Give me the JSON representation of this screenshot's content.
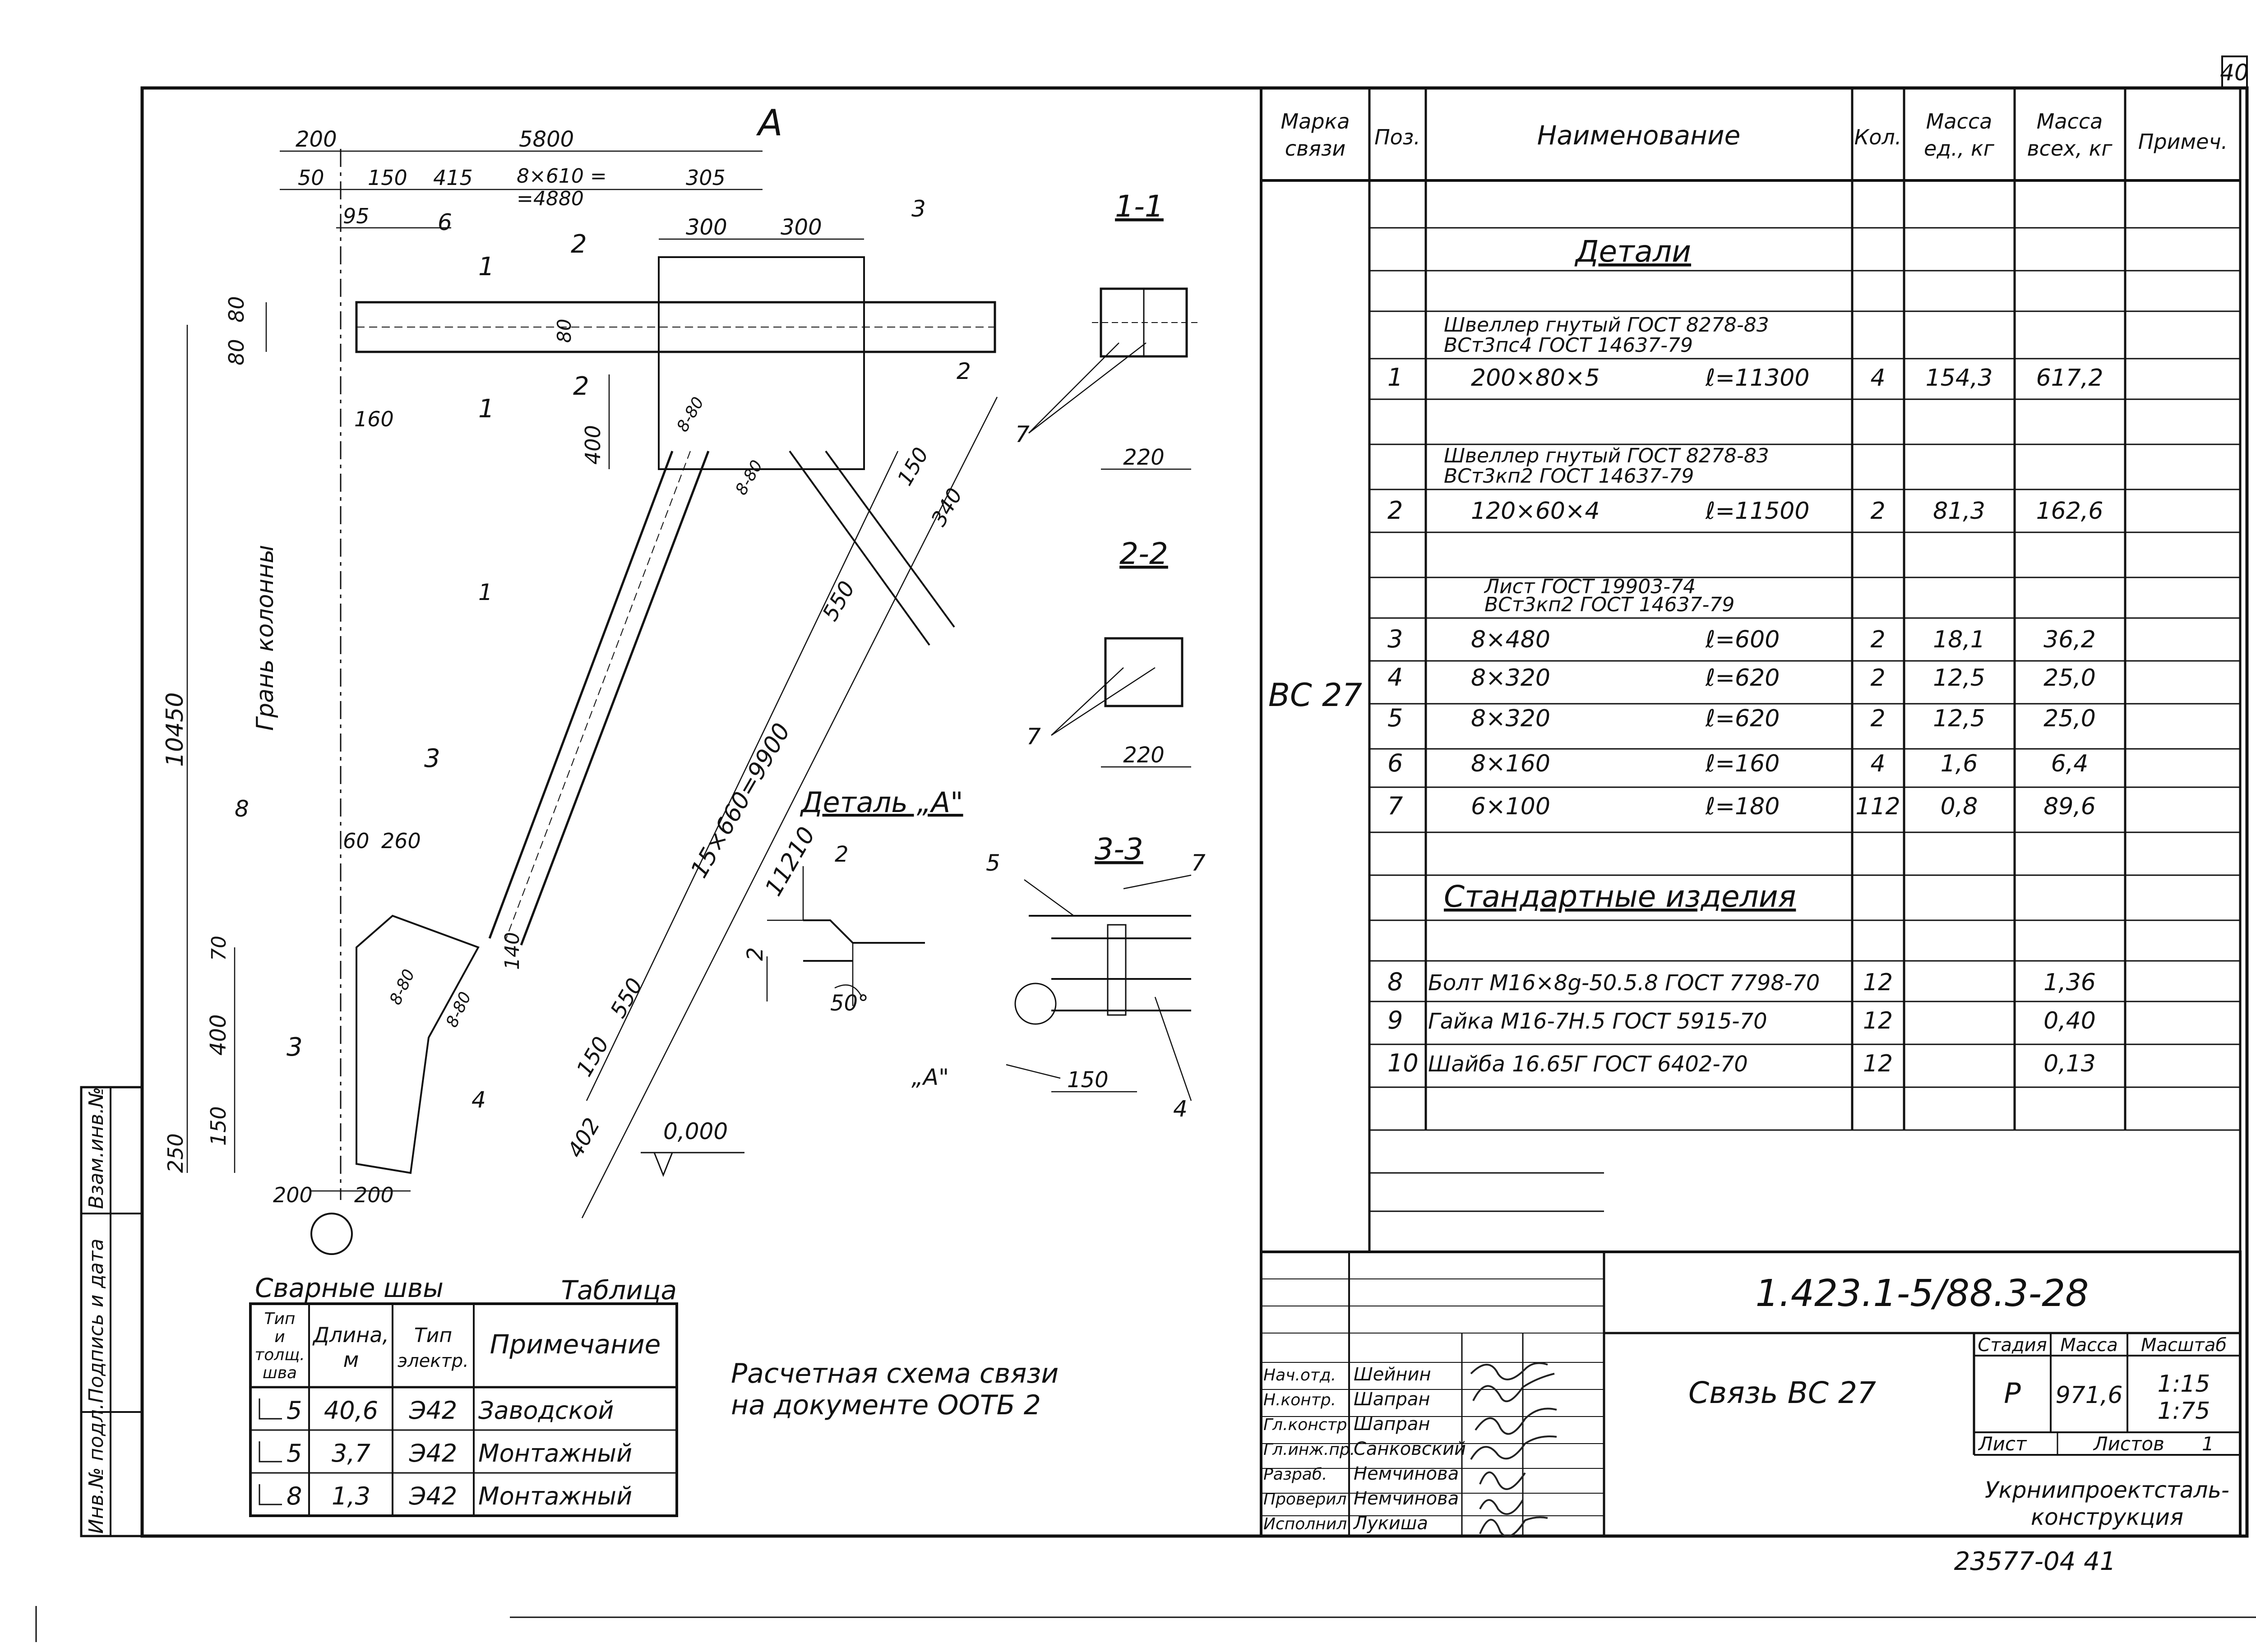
{
  "sheet": {
    "page_number": "40",
    "drawing_code": "1.423.1-5/88.3-28",
    "title": "Связь ВС 27",
    "stage_header": "Стадия",
    "mass_header": "Масса",
    "scale_header": "Масштаб",
    "stage": "Р",
    "mass": "971,6",
    "scale1": "1:15",
    "scale2": "1:75",
    "sheet_label": "Лист",
    "sheets_label": "Листов",
    "sheets_count": "1",
    "organization1": "Укрниипроектсталь-",
    "organization2": "конструкция",
    "bottom_number": "23577-04 41"
  },
  "side_stamp": {
    "f1": "Инв.№ подл.",
    "f2": "Подпись и дата",
    "f3": "Взам.инв.№"
  },
  "signatures": [
    {
      "role": "Нач.отд.",
      "name": "Шейнин"
    },
    {
      "role": "Н.контр.",
      "name": "Шапран"
    },
    {
      "role": "Гл.констр.",
      "name": "Шапран"
    },
    {
      "role": "Гл.инж.пр.",
      "name": "Санковский"
    },
    {
      "role": "Разраб.",
      "name": "Немчинова"
    },
    {
      "role": "Проверил",
      "name": "Немчинова"
    },
    {
      "role": "Исполнил",
      "name": "Лукиша"
    }
  ],
  "spec": {
    "headers": [
      "Марка связи",
      "Поз.",
      "Наименование",
      "Кол.",
      "Масса ед., кг",
      "Масса всех, кг",
      "Примеч."
    ],
    "mark": "ВС 27",
    "details_title": "Детали",
    "group1_line1": "Швеллер гнутый ГОСТ 8278-83",
    "group1_line2": "ВСт3пс4 ГОСТ 14637-79",
    "group2_line1": "Швеллер гнутый ГОСТ 8278-83",
    "group2_line2": "ВСт3кп2 ГОСТ 14637-79",
    "group3_line1": "Лист ГОСТ 19903-74",
    "group3_line2": "ВСт3кп2 ГОСТ 14637-79",
    "standard_title": "Стандартные изделия",
    "rows": [
      {
        "pos": "1",
        "name": "200×80×5",
        "len": "ℓ=11300",
        "qty": "4",
        "unit": "154,3",
        "total": "617,2"
      },
      {
        "pos": "2",
        "name": "120×60×4",
        "len": "ℓ=11500",
        "qty": "2",
        "unit": "81,3",
        "total": "162,6"
      },
      {
        "pos": "3",
        "name": "8×480",
        "len": "ℓ=600",
        "qty": "2",
        "unit": "18,1",
        "total": "36,2"
      },
      {
        "pos": "4",
        "name": "8×320",
        "len": "ℓ=620",
        "qty": "2",
        "unit": "12,5",
        "total": "25,0"
      },
      {
        "pos": "5",
        "name": "8×320",
        "len": "ℓ=620",
        "qty": "2",
        "unit": "12,5",
        "total": "25,0"
      },
      {
        "pos": "6",
        "name": "8×160",
        "len": "ℓ=160",
        "qty": "4",
        "unit": "1,6",
        "total": "6,4"
      },
      {
        "pos": "7",
        "name": "6×100",
        "len": "ℓ=180",
        "qty": "112",
        "unit": "0,8",
        "total": "89,6"
      },
      {
        "pos": "8",
        "name": "Болт М16×8g-50.5.8 ГОСТ 7798-70",
        "len": "",
        "qty": "12",
        "unit": "",
        "total": "1,36"
      },
      {
        "pos": "9",
        "name": "Гайка М16-7Н.5 ГОСТ 5915-70",
        "len": "",
        "qty": "12",
        "unit": "",
        "total": "0,40"
      },
      {
        "pos": "10",
        "name": "Шайба 16.65Г ГОСТ 6402-70",
        "len": "",
        "qty": "12",
        "unit": "",
        "total": "0,13"
      }
    ]
  },
  "welds": {
    "title": "Сварные швы",
    "table_label": "Таблица",
    "headers": [
      "Тип и толщ. шва",
      "Длина, м",
      "Тип электр.",
      "Примечание"
    ],
    "rows": [
      {
        "type": "5",
        "len": "40,6",
        "el": "Э42",
        "note": "Заводской"
      },
      {
        "type": "5",
        "len": "3,7",
        "el": "Э42",
        "note": "Монтажный"
      },
      {
        "type": "8",
        "len": "1,3",
        "el": "Э42",
        "note": "Монтажный"
      }
    ]
  },
  "note": {
    "line1": "Расчетная схема связи",
    "line2": "на документе ООТБ 2"
  },
  "drawing": {
    "dims_top": [
      "200",
      "5800",
      "50",
      "150",
      "415",
      "8×610 =",
      "=4880",
      "305",
      "95",
      "300",
      "300"
    ],
    "dims_left": [
      "80",
      "80",
      "10450",
      "250",
      "150",
      "400",
      "70"
    ],
    "dims_misc": [
      "160",
      "400",
      "80",
      "8-80",
      "8-80",
      "150",
      "340",
      "550",
      "15×660=9900",
      "11210",
      "60",
      "260",
      "140",
      "550",
      "150",
      "402",
      "200",
      "200",
      "8-80",
      "8-80"
    ],
    "column_face": "Грань колонны",
    "level": "0,000",
    "axis": "А",
    "labels": [
      "1",
      "2",
      "3",
      "4",
      "5",
      "6",
      "7",
      "8"
    ],
    "section_11": "1-1",
    "section_22": "2-2",
    "section_33": "3-3",
    "sec_width": "220",
    "detail_a": "Деталь „А\"",
    "detail_a_dim": "2",
    "detail_a_angle": "50°",
    "detail_a_tag": "„А\"",
    "sec33_dim": "150",
    "cut_marks": [
      "1",
      "1",
      "2",
      "2",
      "3",
      "3"
    ]
  }
}
